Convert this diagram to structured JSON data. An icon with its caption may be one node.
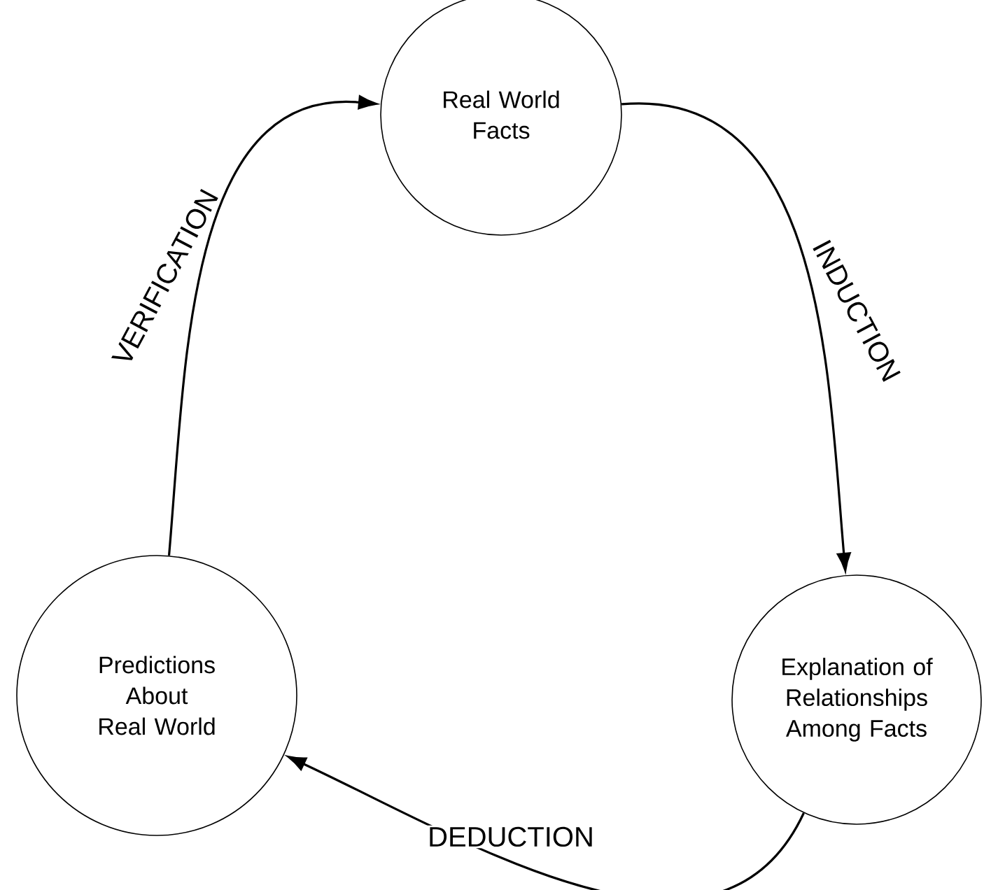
{
  "diagram": {
    "nodes": [
      {
        "text": [
          "Real World Facts"
        ]
      },
      {
        "text": [
          "Explanation of Relationships Among Facts"
        ]
      },
      {
        "text": [
          "Predictions About Real World"
        ]
      }
    ],
    "edges": [
      {
        "from": 0,
        "to": 1,
        "arrow": "to",
        "label": "INDUCTION"
      },
      {
        "from": 1,
        "to": 2,
        "arrow": "to",
        "label": "DEDUCTION"
      },
      {
        "from": 2,
        "to": 0,
        "arrow": "to",
        "label": "VERIFICATION"
      }
    ]
  }
}
